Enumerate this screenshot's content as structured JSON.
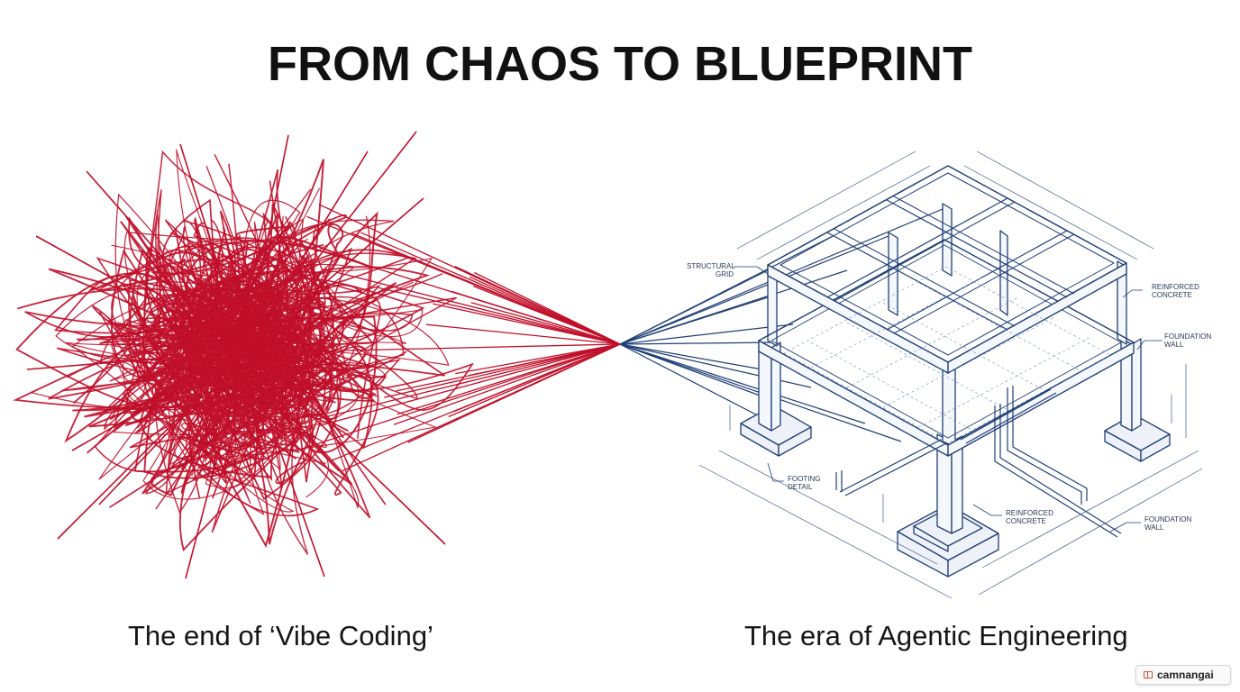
{
  "title": "FROM CHAOS TO BLUEPRINT",
  "left_caption": "The end of ‘Vibe Coding’",
  "right_caption": "The era of Agentic Engineering",
  "labels": {
    "structural_grid_1": "STRUCTURAL",
    "structural_grid_2": "GRID",
    "reinforced_concrete_top_1": "REINFORCED",
    "reinforced_concrete_top_2": "CONCRETE",
    "foundation_wall_top_1": "FOUNDATION",
    "foundation_wall_top_2": "WALL",
    "footing_detail_1": "FOOTING",
    "footing_detail_2": "DETAIL",
    "reinforced_concrete_bottom_1": "REINFORCED",
    "reinforced_concrete_bottom_2": "CONCRETE",
    "foundation_wall_bottom_1": "FOUNDATION",
    "foundation_wall_bottom_2": "WALL"
  },
  "watermark": "camnangai",
  "colors": {
    "chaos": "#c0102a",
    "blueprint": "#1f3f75",
    "blueprint_light": "#6f8fc0",
    "title": "#111111"
  },
  "icons": [
    "book-icon"
  ]
}
